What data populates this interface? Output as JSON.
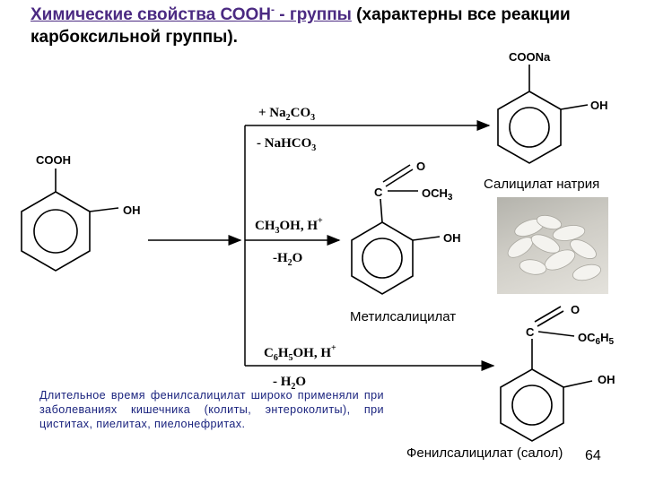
{
  "slide": {
    "title_highlight": "Химические свойства СООН",
    "title_sup": "-",
    "title_highlight_tail": " - группы",
    "title_rest": " (характерны все реакции карбоксильной группы).",
    "note": "Длительное время фенилсалицилат широко применяли при заболеваниях кишечника (колиты, энтероколиты), при циститах, пиелитах, пиелонефритах.",
    "page_number": "64"
  },
  "structures": {
    "salicylic_acid": {
      "group": "COOH",
      "oh": "OH"
    },
    "sodium_salicylate": {
      "group": "COONa",
      "oh": "OH",
      "name": "Салицилат натрия"
    },
    "methyl_salicylate": {
      "c": "C",
      "o": "O",
      "och3": "OCH",
      "och3_sub": "3",
      "oh": "OH",
      "name": "Метилсалицилат"
    },
    "phenyl_salicylate": {
      "c": "C",
      "o": "O",
      "oc6h5_a": "OC",
      "oc6h5_6": "6",
      "oc6h5_h": "H",
      "oc6h5_5": "5",
      "oh": "OH",
      "name": "Фенилсалицилат (салол)"
    }
  },
  "reagents": {
    "r1_a": "+ Na",
    "r1_2": "2",
    "r1_b": "CO",
    "r1_3": "3",
    "r2_a": "- NaHCO",
    "r2_3": "3",
    "r3_a": "CH",
    "r3_3": "3",
    "r3_b": "OH, H",
    "r3_plus": "+",
    "r4_a": "-H",
    "r4_2": "2",
    "r4_b": "O",
    "r5_a": "C",
    "r5_6": "6",
    "r5_b": "H",
    "r5_5": "5",
    "r5_c": "OH, H",
    "r5_plus": "+",
    "r6_a": "- H",
    "r6_2": "2",
    "r6_b": "O"
  },
  "photo": {
    "subject": "white-tablets-photo"
  }
}
